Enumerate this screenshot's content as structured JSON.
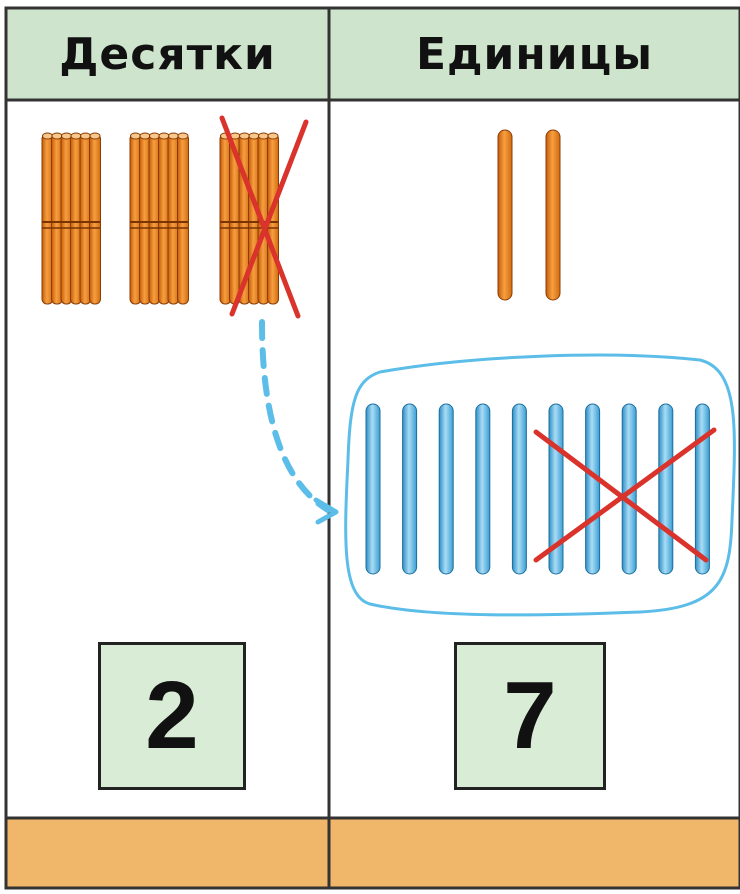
{
  "table": {
    "tens_header": "Десятки",
    "units_header": "Единицы"
  },
  "tens": {
    "bundles_shown": 3,
    "bundles_crossed_out": 1,
    "result_digit": "2"
  },
  "units": {
    "single_sticks_shown": 2,
    "unbundled_sticks": 10,
    "sticks_crossed_out": 5,
    "result_digit": "7"
  },
  "colors": {
    "header_bg": "#cfe4cc",
    "footer_bg": "#f0b66a",
    "orange_stick": "#f08a1c",
    "blue_stick": "#6ec4ea",
    "cross": "#d9332b",
    "outline": "#5bbde8"
  }
}
